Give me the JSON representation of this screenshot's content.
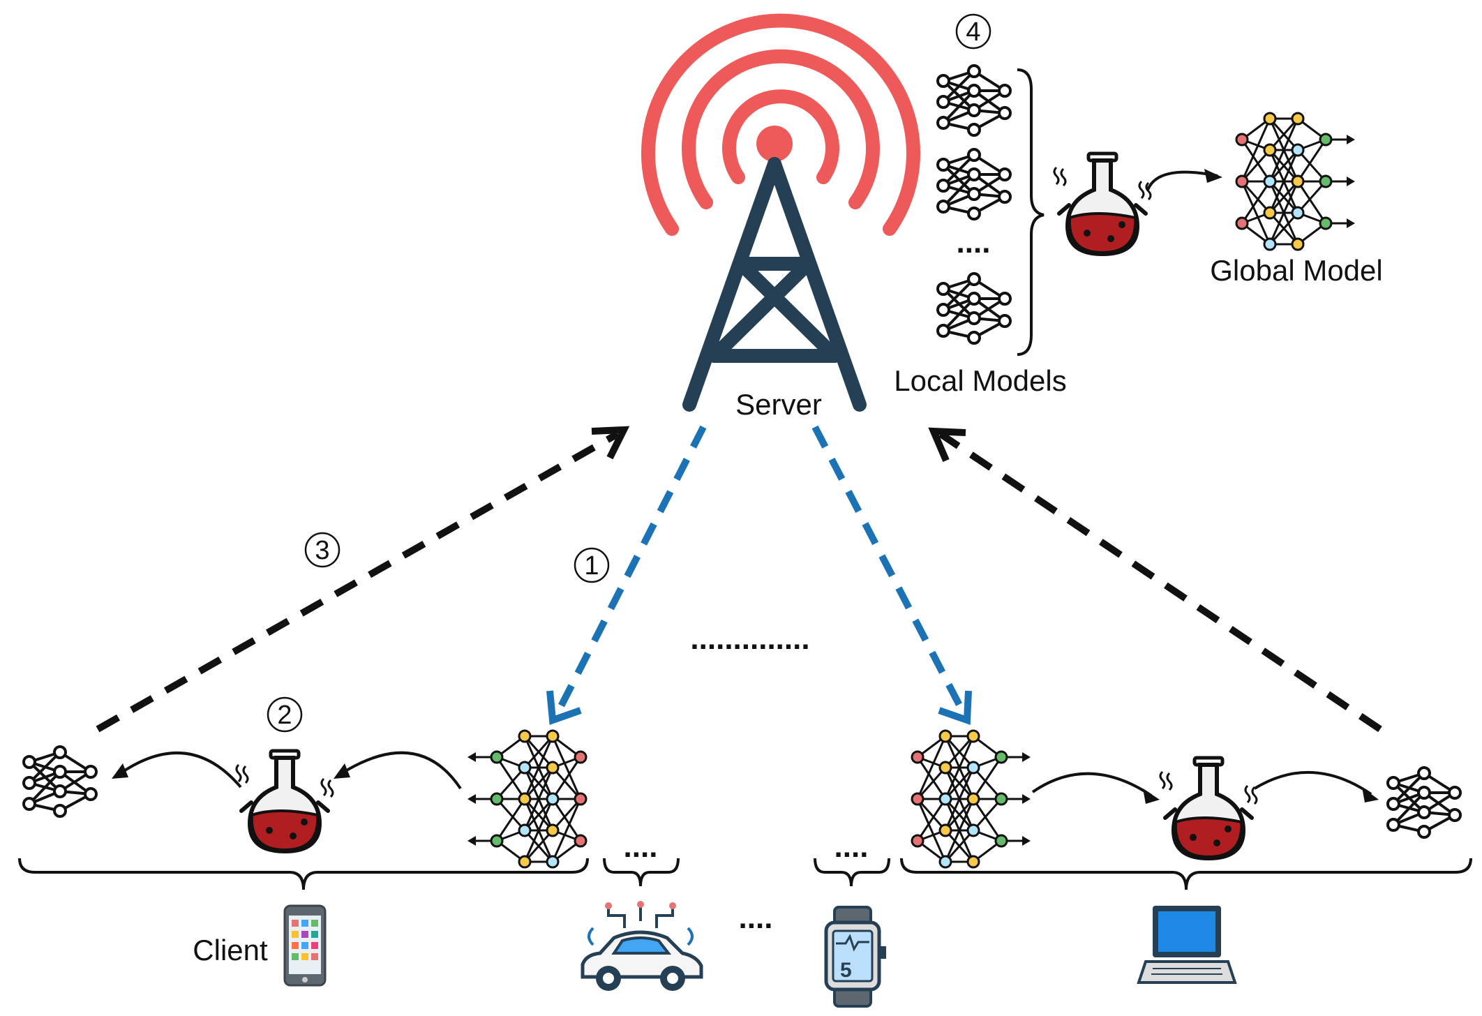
{
  "labels": {
    "server": "Server",
    "local_models": "Local Models",
    "global_model": "Global Model",
    "client": "Client"
  },
  "steps": {
    "s1": "1",
    "s2": "2",
    "s3": "3",
    "s4": "4"
  },
  "ellipses": {
    "center": "..............",
    "local_models": "....",
    "car": "....",
    "between": "....",
    "watch": "...."
  },
  "screen": {
    "watch_digit": "5"
  },
  "colors": {
    "tower": "#253f54",
    "signal": "#ee5a5a",
    "download_arrow": "#1b73b5",
    "upload_arrow": "#111111",
    "flask_liquid": "#b01e22",
    "laptop_screen": "#1e88e5"
  }
}
